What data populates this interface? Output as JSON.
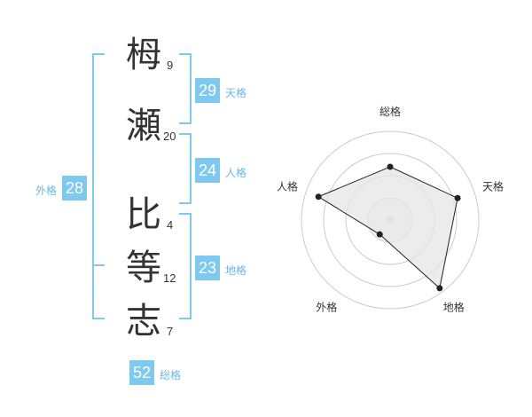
{
  "characters": [
    {
      "char": "栂",
      "strokes": "9"
    },
    {
      "char": "瀬",
      "strokes": "20"
    },
    {
      "char": "比",
      "strokes": "4"
    },
    {
      "char": "等",
      "strokes": "12"
    },
    {
      "char": "志",
      "strokes": "7"
    }
  ],
  "fortunes": {
    "tenkaku": {
      "value": "29",
      "label": "天格"
    },
    "jinkaku": {
      "value": "24",
      "label": "人格"
    },
    "chikaku": {
      "value": "23",
      "label": "地格"
    },
    "gaikaku": {
      "value": "28",
      "label": "外格"
    },
    "soukaku": {
      "value": "52",
      "label": "総格"
    }
  },
  "chart_data": {
    "type": "radar",
    "axes": [
      "総格",
      "天格",
      "地格",
      "外格",
      "人格"
    ],
    "values": [
      0.6,
      0.8,
      0.95,
      0.2,
      0.85
    ],
    "rings": 4,
    "colors": {
      "fill": "#e6e6e6",
      "line": "#222222",
      "grid": "#cccccc",
      "point": "#222222"
    }
  }
}
